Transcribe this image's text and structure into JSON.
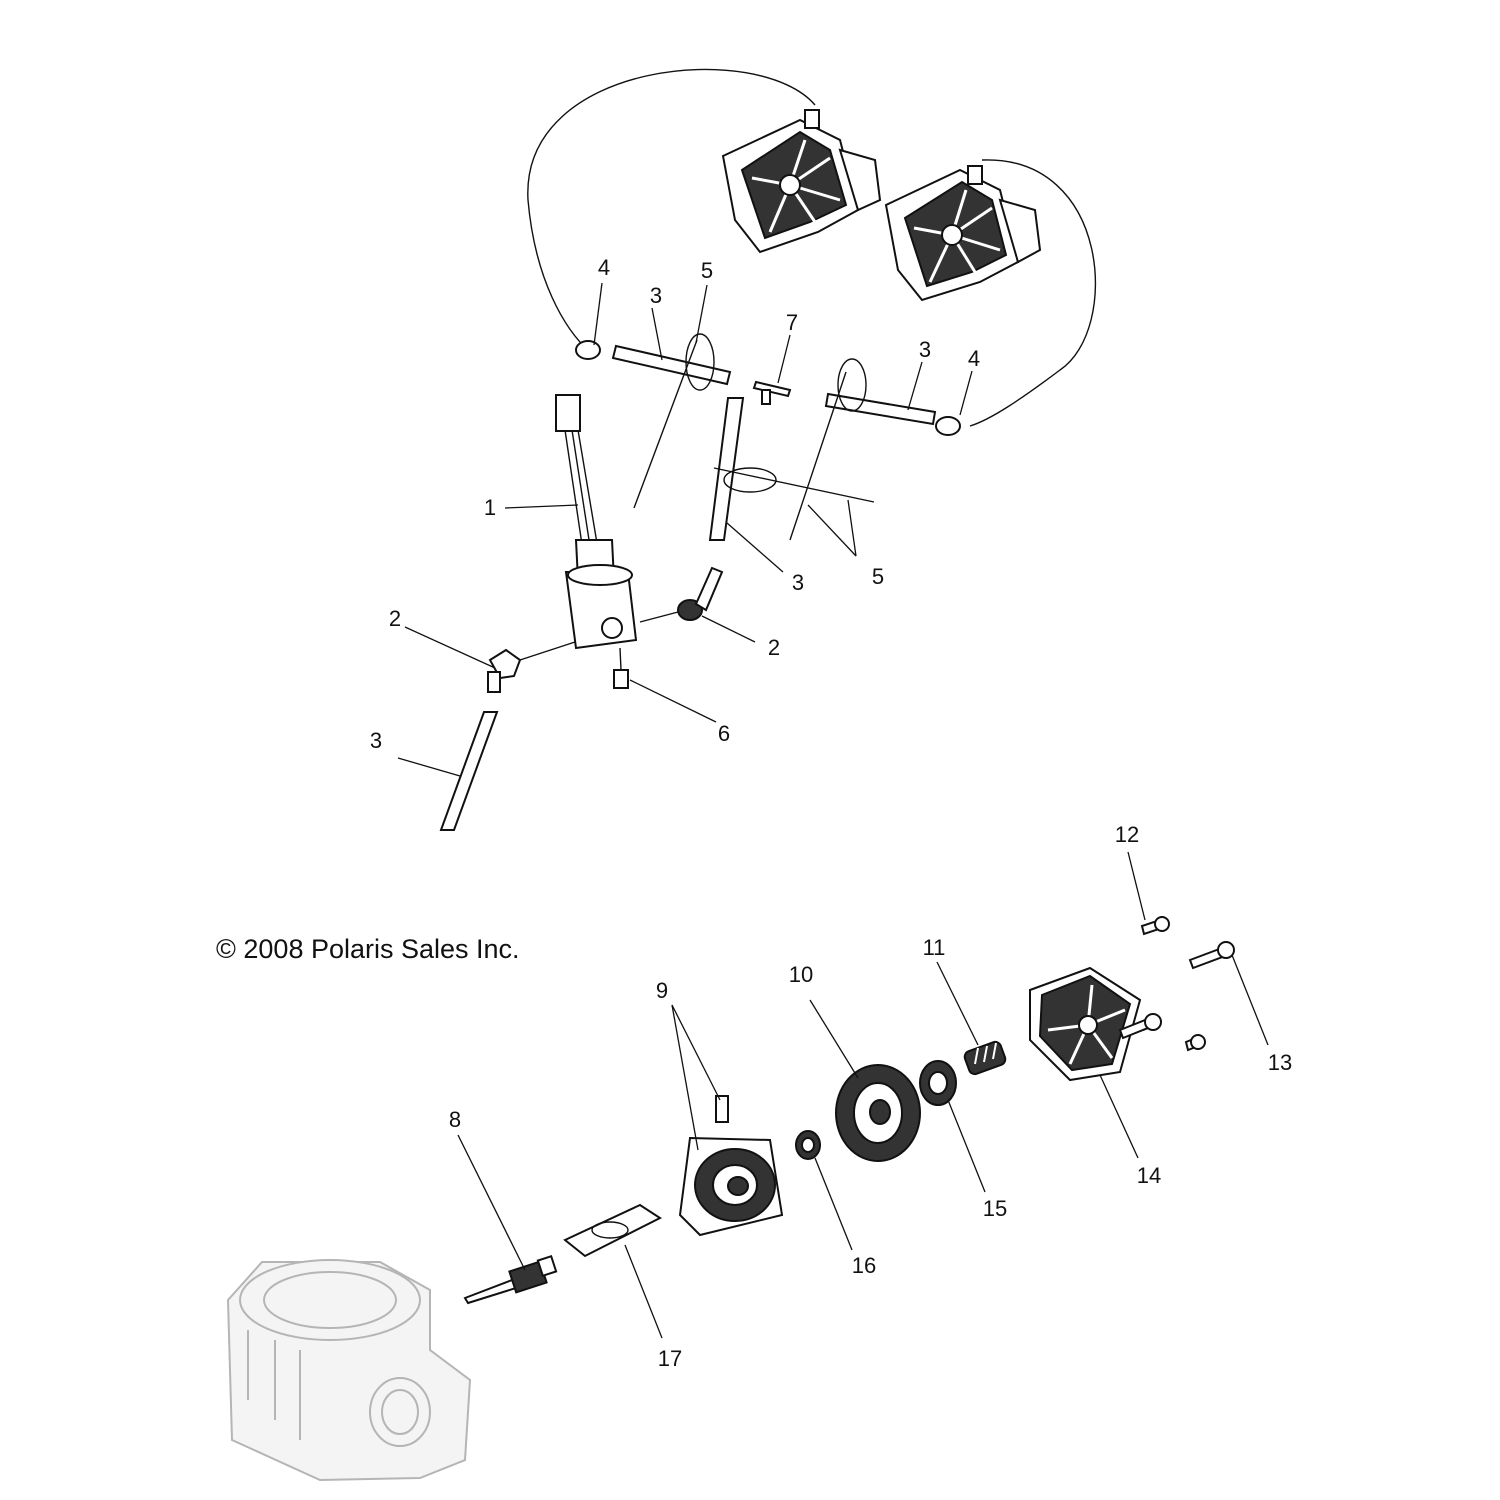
{
  "diagram": {
    "copyright": "© 2008 Polaris Sales Inc.",
    "callouts": {
      "c1": "1",
      "c2a": "2",
      "c2b": "2",
      "c3a": "3",
      "c3b": "3",
      "c3c": "3",
      "c3d": "3",
      "c4a": "4",
      "c4b": "4",
      "c5a": "5",
      "c5b": "5",
      "c6": "6",
      "c7": "7",
      "c8": "8",
      "c9": "9",
      "c10": "10",
      "c11": "11",
      "c12": "12",
      "c13": "13",
      "c14": "14",
      "c15": "15",
      "c16": "16",
      "c17": "17"
    }
  }
}
